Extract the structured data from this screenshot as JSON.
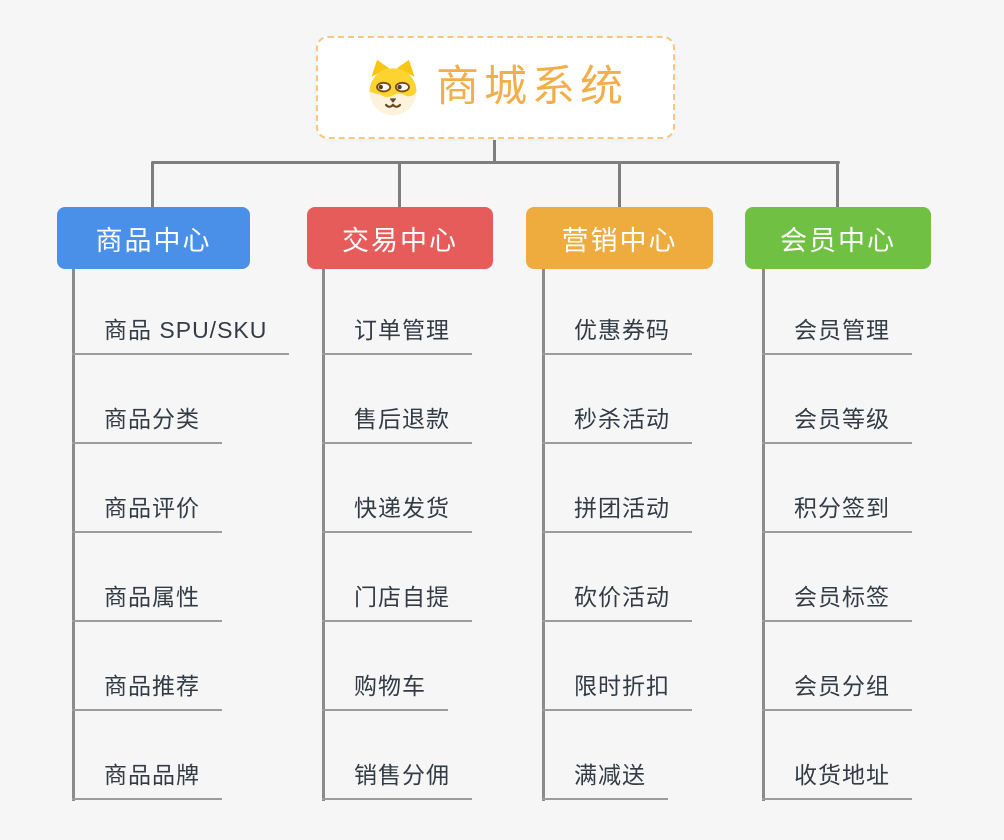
{
  "root": {
    "title": "商城系统",
    "icon": "dog-logo",
    "box_background": "#ffffff",
    "border_color": "#f7c77d",
    "title_color": "#f2ae4a"
  },
  "canvas": {
    "background_color": "#f6f6f7",
    "connector_color": "#7e7e7e",
    "underline_color": "#9c9c9c",
    "leaf_text_color": "#333b44"
  },
  "branches": [
    {
      "label": "商品中心",
      "color": "#4a90e8",
      "items": [
        "商品 SPU/SKU",
        "商品分类",
        "商品评价",
        "商品属性",
        "商品推荐",
        "商品品牌"
      ]
    },
    {
      "label": "交易中心",
      "color": "#e65c5b",
      "items": [
        "订单管理",
        "售后退款",
        "快递发货",
        "门店自提",
        "购物车",
        "销售分佣"
      ]
    },
    {
      "label": "营销中心",
      "color": "#eeac3e",
      "items": [
        "优惠券码",
        "秒杀活动",
        "拼团活动",
        "砍价活动",
        "限时折扣",
        "满减送"
      ]
    },
    {
      "label": "会员中心",
      "color": "#70c043",
      "items": [
        "会员管理",
        "会员等级",
        "积分签到",
        "会员标签",
        "会员分组",
        "收货地址"
      ]
    }
  ]
}
